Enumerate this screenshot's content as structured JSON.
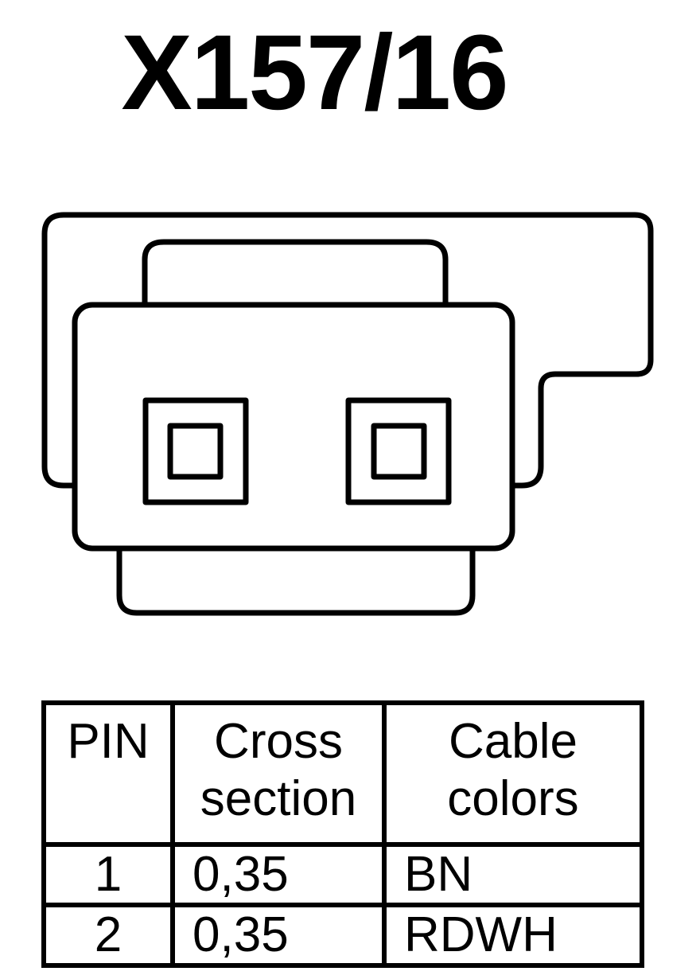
{
  "connector": {
    "id": "X157/16",
    "pin_count": 2
  },
  "table": {
    "headers": {
      "pin": [
        "PIN"
      ],
      "cross_section": [
        "Cross",
        "section"
      ],
      "cable_colors": [
        "Cable",
        "colors"
      ]
    },
    "rows": [
      {
        "pin": "1",
        "cross_section": "0,35",
        "cable_color": "BN"
      },
      {
        "pin": "2",
        "cross_section": "0,35",
        "cable_color": "RDWH"
      }
    ]
  },
  "colors": {
    "stroke": "#000000",
    "background": "#ffffff"
  }
}
